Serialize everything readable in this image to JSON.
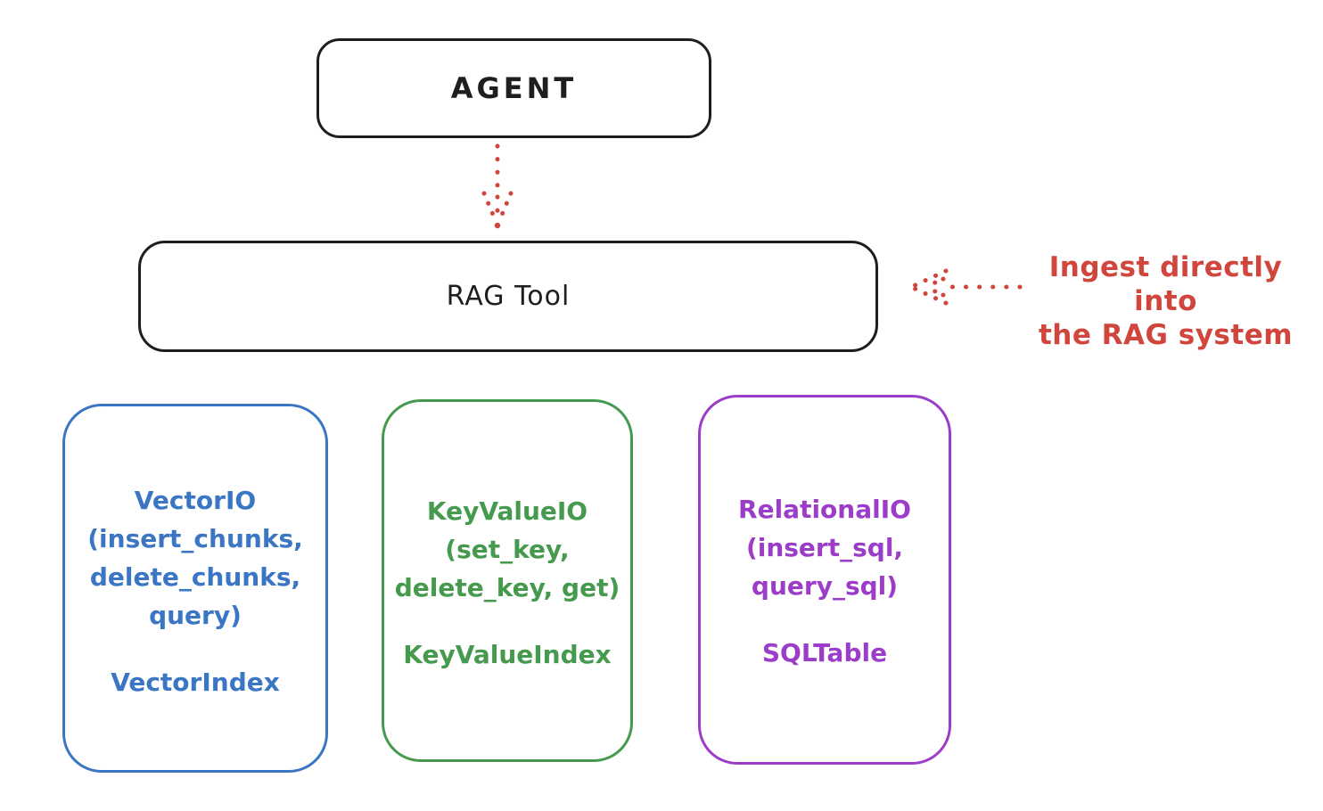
{
  "colors": {
    "ink": "#1e1e1e",
    "red": "#d0453c",
    "blue": "#3a76c4",
    "green": "#459a4e",
    "purple": "#9c3dc9",
    "background": "#ffffff"
  },
  "diagram": {
    "agent": {
      "label": "AGENT"
    },
    "rag_tool": {
      "label": "RAG Tool"
    },
    "annotation": {
      "line1": "Ingest directly into",
      "line2": "the RAG system"
    },
    "connectors": {
      "agent_to_rag": "dotted-arrow-down",
      "annotation_to_rag": "dotted-arrow-left"
    },
    "backends": [
      {
        "name": "vector-io",
        "color": "#3a76c4",
        "lines": [
          "VectorIO",
          "(insert_chunks,",
          "delete_chunks,",
          "query)"
        ],
        "index_label": "VectorIndex"
      },
      {
        "name": "keyvalue-io",
        "color": "#459a4e",
        "lines": [
          "KeyValueIO",
          "(set_key,",
          "delete_key, get)"
        ],
        "index_label": "KeyValueIndex"
      },
      {
        "name": "relational-io",
        "color": "#9c3dc9",
        "lines": [
          "RelationalIO",
          "(insert_sql,",
          "query_sql)"
        ],
        "index_label": "SQLTable"
      }
    ]
  }
}
